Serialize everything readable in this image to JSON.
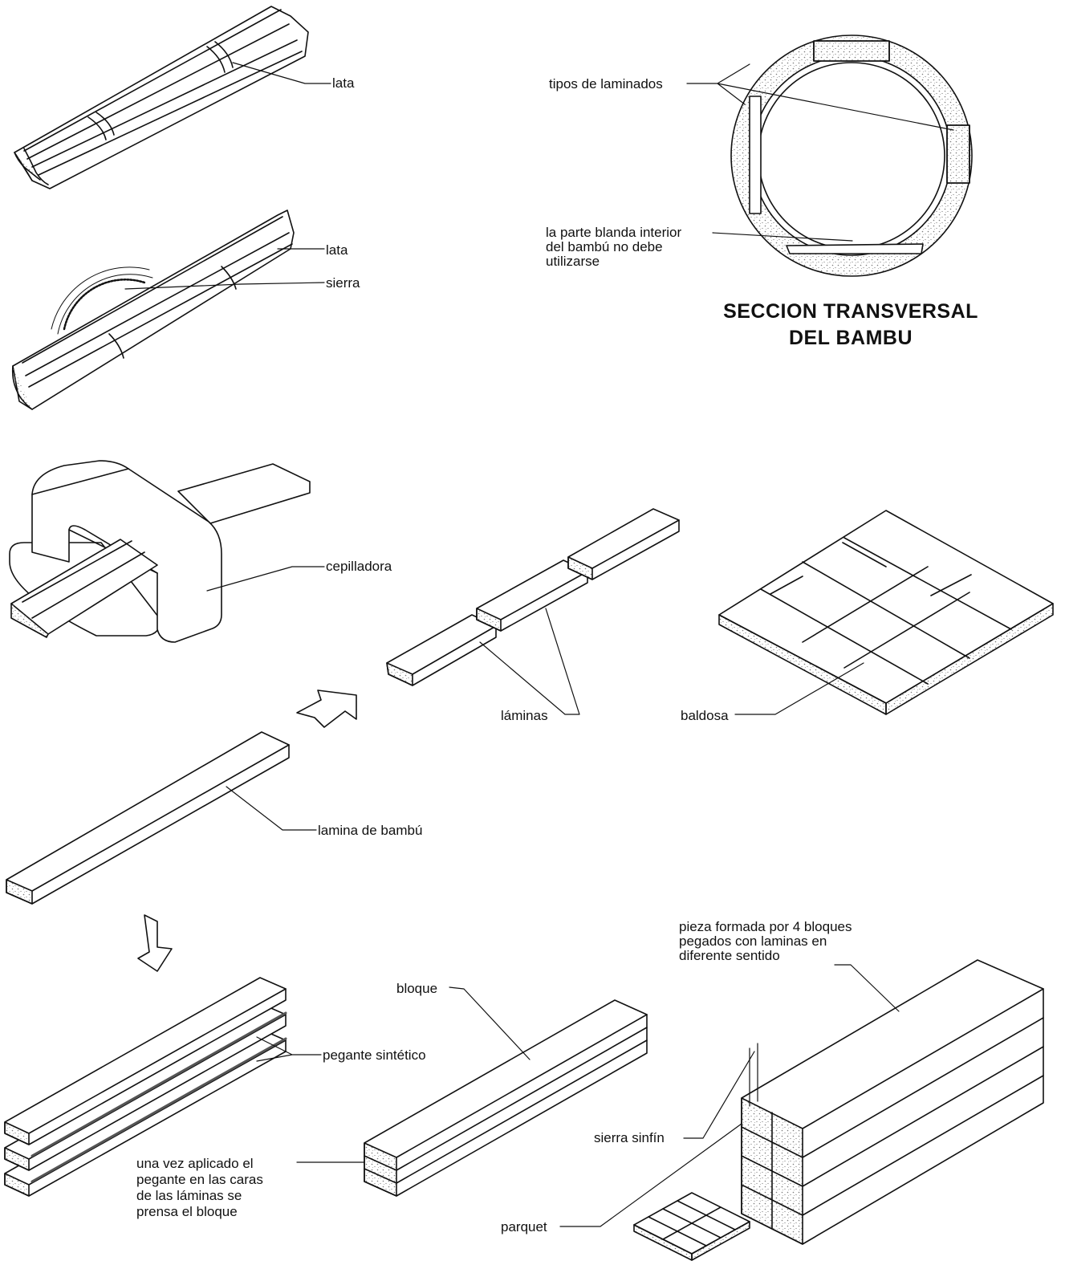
{
  "title": {
    "line1": "SECCION TRANSVERSAL",
    "line2": "DEL BAMBU"
  },
  "labels": {
    "lata_1": "lata",
    "lata_2": "lata",
    "sierra": "sierra",
    "tipos_laminados": "tipos de laminados",
    "parte_blanda": "la parte blanda interior\ndel bambú no debe\nutilizarse",
    "cepilladora": "cepilladora",
    "laminas": "láminas",
    "baldosa": "baldosa",
    "lamina_bambu": "lamina de bambú",
    "bloque": "bloque",
    "pegante": "pegante sintético",
    "una_vez": "una vez aplicado el\npegante en las caras\nde las láminas se\nprensa el bloque",
    "pieza": "pieza formada por 4 bloques\npegados con laminas en\ndiferente sentido",
    "sierra_sinfin": "sierra sinfín",
    "parquet": "parquet"
  },
  "colors": {
    "ink": "#111111",
    "stipple": "#8a8a8a",
    "paper": "#ffffff"
  }
}
